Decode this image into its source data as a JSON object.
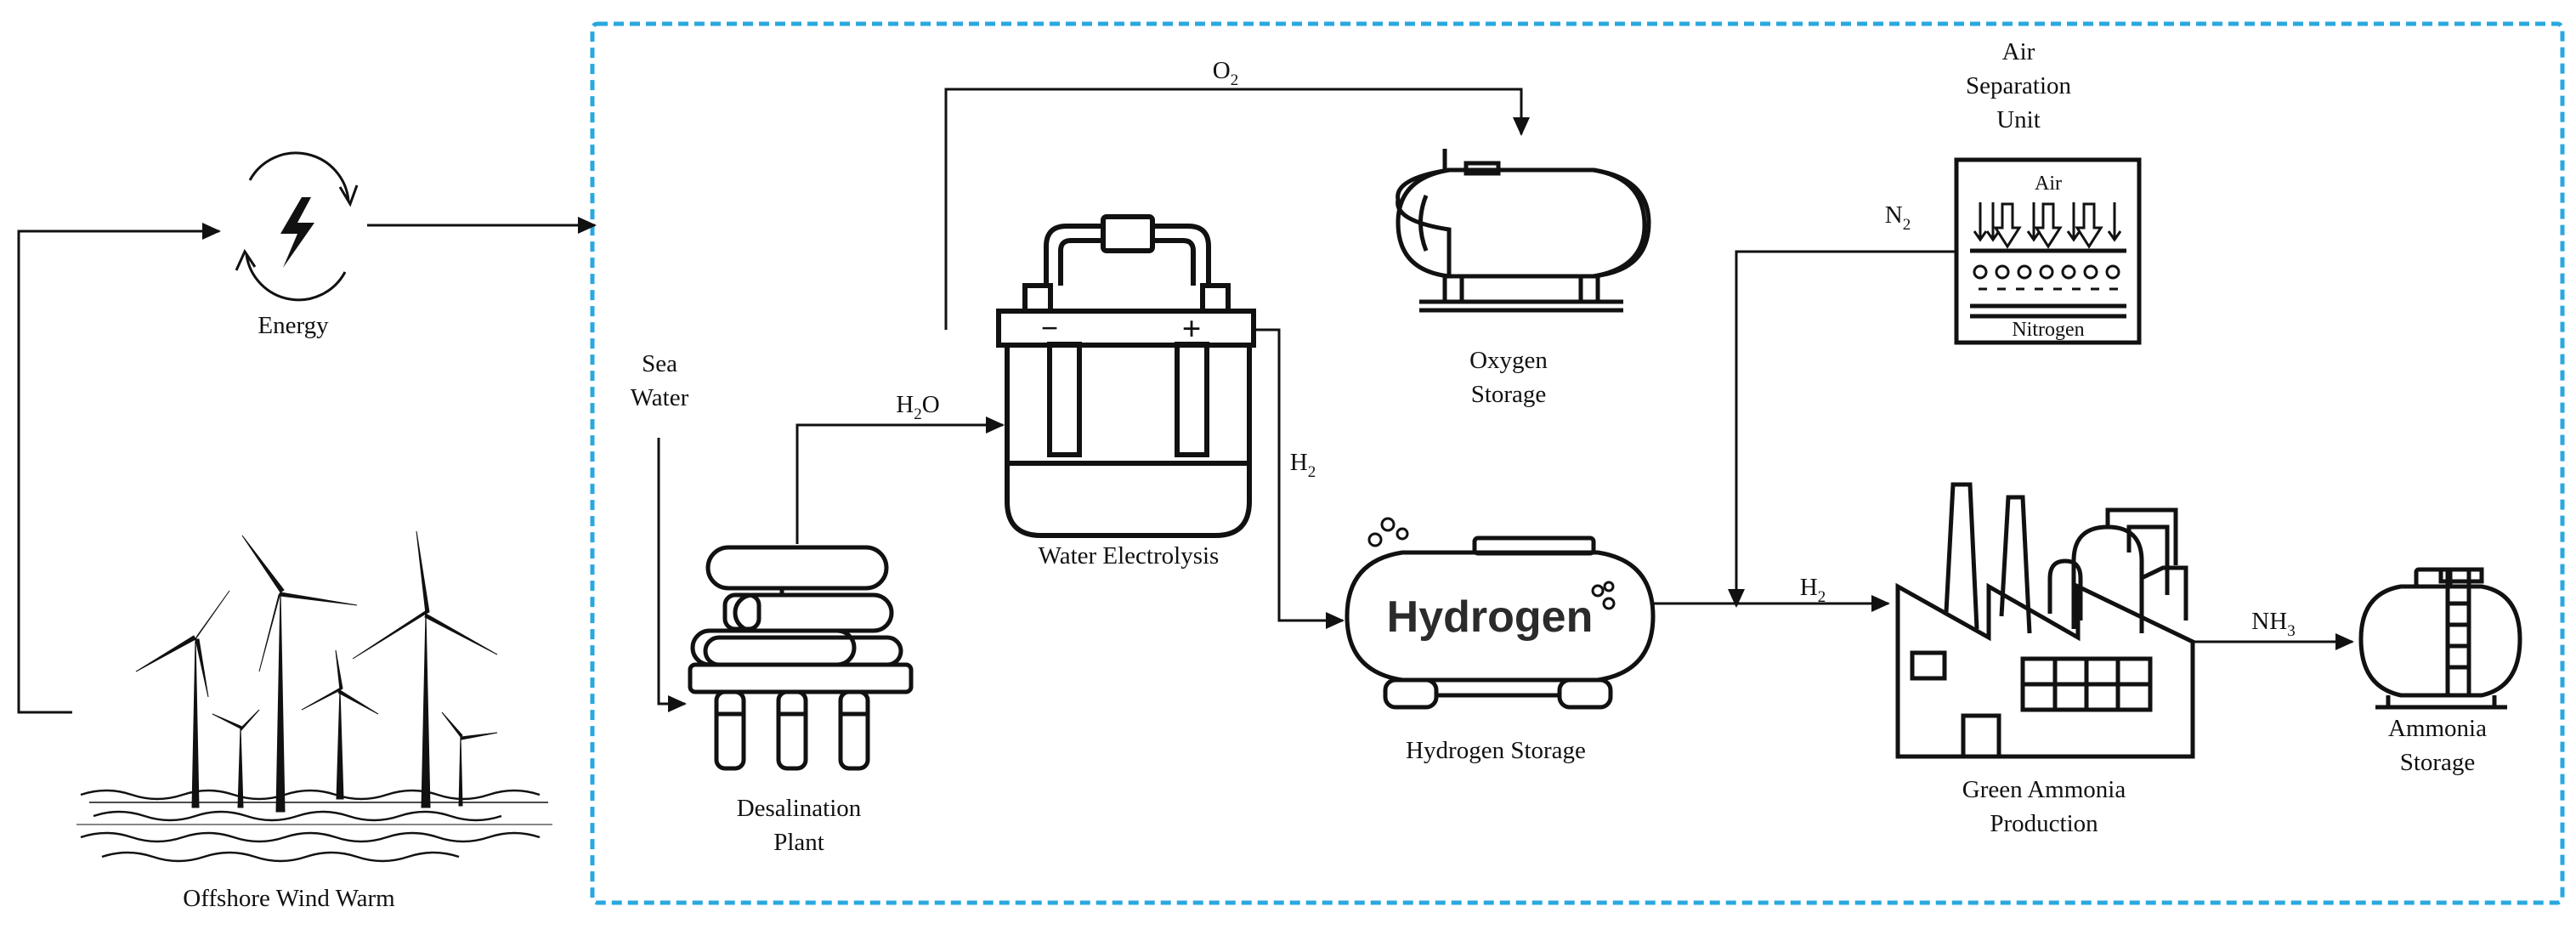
{
  "labels": {
    "energy": "Energy",
    "wind_farm": "Offshore Wind Warm",
    "sea_water_1": "Sea",
    "sea_water_2": "Water",
    "desal_1": "Desalination",
    "desal_2": "Plant",
    "electrolysis": "Water Electrolysis",
    "oxygen_1": "Oxygen",
    "oxygen_2": "Storage",
    "hydrogen_storage": "Hydrogen Storage",
    "asu_1": "Air",
    "asu_2": "Separation",
    "asu_3": "Unit",
    "ammonia_prod_1": "Green Ammonia",
    "ammonia_prod_2": "Production",
    "ammonia_storage_1": "Ammonia",
    "ammonia_storage_2": "Storage"
  },
  "icon_text": {
    "hydrogen_tank": "Hydrogen",
    "asu_air": "Air",
    "asu_nitrogen": "Nitrogen",
    "electrolyzer_minus": "−",
    "electrolyzer_plus": "+"
  },
  "flows": {
    "h2o": {
      "main": "H",
      "sub": "2",
      "tail": "O"
    },
    "o2": {
      "main": "O",
      "sub": "2",
      "tail": ""
    },
    "h2_electrolysis": {
      "main": "H",
      "sub": "2",
      "tail": ""
    },
    "n2": {
      "main": "N",
      "sub": "2",
      "tail": ""
    },
    "h2_to_ammonia": {
      "main": "H",
      "sub": "2",
      "tail": ""
    },
    "nh3": {
      "main": "NH",
      "sub": "3",
      "tail": ""
    }
  },
  "colors": {
    "boundary": "#2aa8df",
    "line": "#111111"
  },
  "icons": [
    "energy-cycle-icon",
    "wind-turbine-icon",
    "desalination-icon",
    "electrolyzer-icon",
    "oxygen-tank-icon",
    "hydrogen-tank-icon",
    "air-separation-icon",
    "factory-icon",
    "ammonia-tank-icon"
  ]
}
